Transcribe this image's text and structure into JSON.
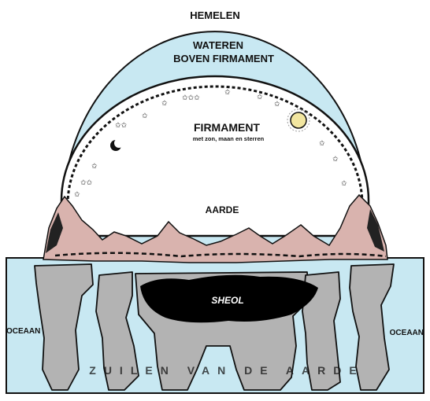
{
  "labels": {
    "heavens": "HEMELEN",
    "waters_line1": "WATEREN",
    "waters_line2": "BOVEN FIRMAMENT",
    "firmament": "FIRMAMENT",
    "firmament_sub": "met zon, maan en sterren",
    "earth": "AARDE",
    "sheol": "SHEOL",
    "ocean_left": "OCEAAN",
    "ocean_right": "OCEAAN",
    "pillars": "ZUILEN VAN DE AARDE"
  },
  "colors": {
    "water": "#c8e8f2",
    "firmament_fill": "#ffffff",
    "outline": "#111111",
    "pillars": "#b3b3b3",
    "sheol": "#000000",
    "mountains": "#d9b3ae",
    "sun": "#f2e6a0"
  },
  "icons": [
    "sun-icon",
    "moon-icon",
    "star-icon"
  ]
}
